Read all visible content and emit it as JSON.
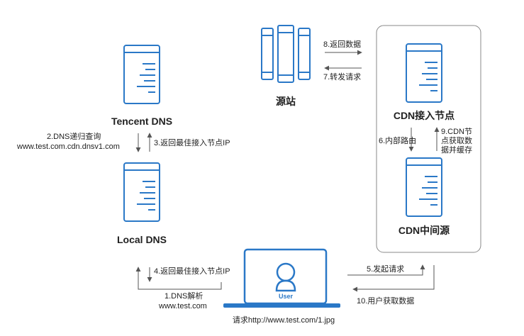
{
  "colors": {
    "primary": "#2a78c7",
    "line": "#555555",
    "text": "#222222",
    "box_border": "#888888"
  },
  "nodes": {
    "origin": "源站",
    "tencent_dns": "Tencent DNS",
    "local_dns": "Local DNS",
    "cdn_node": "CDN接入节点",
    "cdn_mid": "CDN中间源",
    "user": "User"
  },
  "steps": {
    "s1_line1": "1.DNS解析",
    "s1_line2": "www.test.com",
    "s2_line1": "2.DNS递归查询",
    "s2_line2": "www.test.com.cdn.dnsv1.com",
    "s3": "3.返回最佳接入节点IP",
    "s4": "4.返回最佳接入节点IP",
    "s5": "5.发起请求",
    "s6": "6.内部路由",
    "s7": "7.转发请求",
    "s8": "8.返回数据",
    "s9_line1": "9.CDN节",
    "s9_line2": "点获取数",
    "s9_line3": "据并缓存",
    "s10": "10.用户获取数据"
  },
  "request_caption": "请求http://www.test.com/1.jpg",
  "icons": {
    "server": "server-icon",
    "origin": "origin-server-icon",
    "user": "user-laptop-icon"
  }
}
